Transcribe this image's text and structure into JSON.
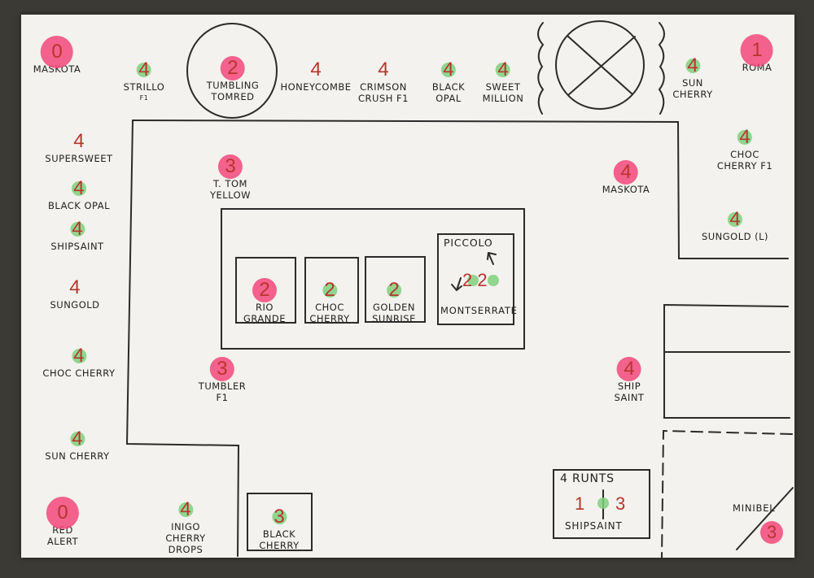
{
  "plants": [
    {
      "id": "maskota-tl",
      "count": "0",
      "marker": "pink",
      "lines": [
        "MASKOTA"
      ]
    },
    {
      "id": "strillo",
      "count": "4",
      "marker": "green",
      "lines": [
        "STRILLO"
      ],
      "sub": "F1"
    },
    {
      "id": "tumbling-tom-red",
      "count": "2",
      "marker": "pink-s",
      "lines": [
        "TUMBLING",
        "TOMRED"
      ]
    },
    {
      "id": "honeycombe",
      "count": "4",
      "marker": "none",
      "lines": [
        "HONEYCOMBE"
      ]
    },
    {
      "id": "crimson-crush",
      "count": "4",
      "marker": "none",
      "lines": [
        "CRIMSON",
        "CRUSH F1"
      ]
    },
    {
      "id": "black-opal-top",
      "count": "4",
      "marker": "green",
      "lines": [
        "BLACK",
        "OPAL"
      ]
    },
    {
      "id": "sweet-million",
      "count": "4",
      "marker": "green",
      "lines": [
        "SWEET",
        "MILLION"
      ]
    },
    {
      "id": "sun-cherry-tr",
      "count": "4",
      "marker": "green",
      "lines": [
        "SUN",
        "CHERRY"
      ]
    },
    {
      "id": "roma",
      "count": "1",
      "marker": "pink",
      "lines": [
        "ROMA"
      ]
    },
    {
      "id": "supersweet",
      "count": "4",
      "marker": "none",
      "lines": [
        "SUPERSWEET"
      ]
    },
    {
      "id": "black-opal-left",
      "count": "4",
      "marker": "green",
      "lines": [
        "BLACK OPAL"
      ]
    },
    {
      "id": "shipsaint-left",
      "count": "4",
      "marker": "green",
      "lines": [
        "SHIPSAINT"
      ]
    },
    {
      "id": "sungold-left",
      "count": "4",
      "marker": "none",
      "lines": [
        "SUNGOLD"
      ]
    },
    {
      "id": "choc-cherry-left",
      "count": "4",
      "marker": "green",
      "lines": [
        "CHOC CHERRY"
      ]
    },
    {
      "id": "sun-cherry-left",
      "count": "4",
      "marker": "green",
      "lines": [
        "SUN CHERRY"
      ]
    },
    {
      "id": "red-alert",
      "count": "0",
      "marker": "pink",
      "lines": [
        "RED",
        "ALERT"
      ]
    },
    {
      "id": "inigo-cherry-drops",
      "count": "4",
      "marker": "green",
      "lines": [
        "INIGO",
        "CHERRY",
        "DROPS"
      ]
    },
    {
      "id": "black-cherry",
      "count": "3",
      "marker": "green",
      "lines": [
        "BLACK",
        "CHERRY"
      ]
    },
    {
      "id": "t-tom-yellow",
      "count": "3",
      "marker": "pink-s",
      "lines": [
        "T. TOM",
        "YELLOW"
      ]
    },
    {
      "id": "maskota-mid",
      "count": "4",
      "marker": "pink-s",
      "lines": [
        "MASKOTA"
      ]
    },
    {
      "id": "choc-cherry-f1",
      "count": "4",
      "marker": "green",
      "lines": [
        "CHOC",
        "CHERRY F1"
      ]
    },
    {
      "id": "sungold-l",
      "count": "4",
      "marker": "green",
      "lines": [
        "SUNGOLD (L)"
      ]
    },
    {
      "id": "rio-grande",
      "count": "2",
      "marker": "pink-s",
      "lines": [
        "RIO",
        "GRANDE"
      ]
    },
    {
      "id": "choc-cherry-box",
      "count": "2",
      "marker": "green",
      "lines": [
        "CHOC",
        "CHERRY"
      ]
    },
    {
      "id": "golden-sunrise",
      "count": "2",
      "marker": "green",
      "lines": [
        "GOLDEN",
        "SUNRISE"
      ]
    },
    {
      "id": "tumbler",
      "count": "3",
      "marker": "pink-s",
      "lines": [
        "TUMBLER",
        "F1"
      ]
    },
    {
      "id": "ship-saint-right",
      "count": "4",
      "marker": "pink-s",
      "lines": [
        "SHIP",
        "SAINT"
      ]
    }
  ],
  "texts": {
    "piccolo": "PICCOLO",
    "montserrate": "MONTSERRATE",
    "montserrate_counts": "2 2",
    "runts_title": "4 RUNTS",
    "runts_left": "1",
    "runts_right": "3",
    "runts_label": "SHIPSAINT",
    "minibel": "MINIBEL",
    "minibel_count": "3"
  },
  "colors": {
    "paper": "#f3f2ee",
    "ink": "#222222",
    "red_ink": "#b7352e",
    "pink_marker": "#f2487a",
    "green_marker": "#7fd07d"
  }
}
